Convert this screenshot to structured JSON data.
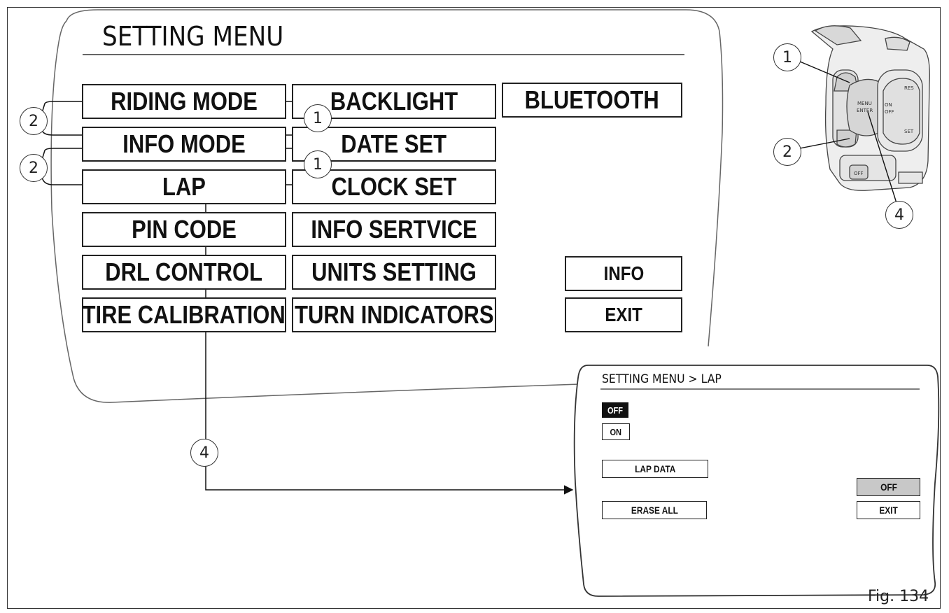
{
  "main_screen": {
    "title": "SETTING MENU",
    "items": [
      "RIDING MODE",
      "BACKLIGHT",
      "BLUETOOTH",
      "INFO MODE",
      "DATE SET",
      "LAP",
      "CLOCK SET",
      "PIN CODE",
      "INFO SERTVICE",
      "DRL CONTROL",
      "UNITS SETTING",
      "TIRE CALIBRATION",
      "TURN INDICATORS"
    ],
    "info": "INFO",
    "exit": "EXIT"
  },
  "sub_screen": {
    "title": "SETTING MENU > LAP",
    "off_selected": "OFF",
    "on": "ON",
    "lap_data": "LAP DATA",
    "erase_all": "ERASE ALL",
    "off_right": "OFF",
    "exit": "EXIT"
  },
  "callouts": [
    "1",
    "1",
    "2",
    "2",
    "4",
    "1",
    "2",
    "4"
  ],
  "device": {
    "labels": [
      "MENU",
      "ENTER",
      "RES",
      "SET",
      "ON",
      "OFF",
      "OFF"
    ]
  },
  "figure_label": "Fig. 134"
}
